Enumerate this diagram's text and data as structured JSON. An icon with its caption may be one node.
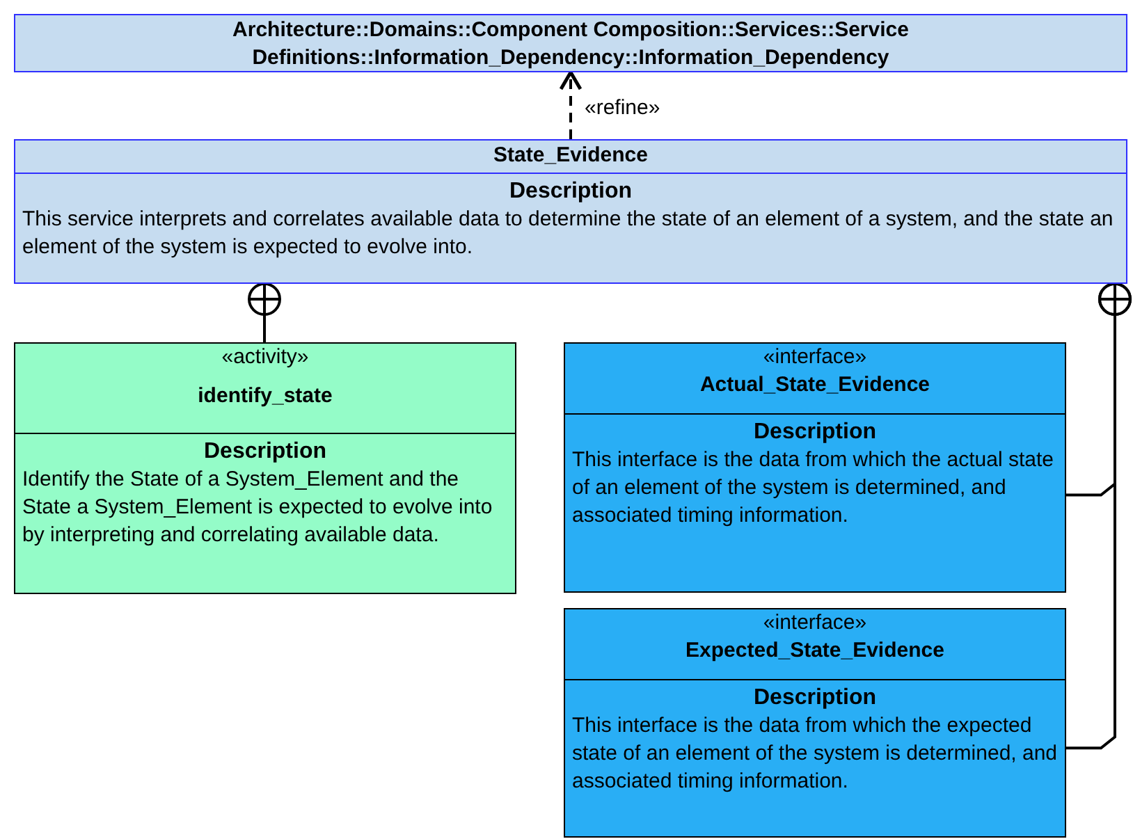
{
  "diagram": {
    "nodes": [
      {
        "text": [
          "Architecture::Domains::Component Composition::Services::Service Definitions::Information_Dependency::Information_Dependency"
        ]
      },
      {
        "text": [
          "State_Evidence",
          "Description",
          "This service interprets and correlates available data to determine the state of an element of a system, and the state an element of the system is expected to evolve into."
        ]
      },
      {
        "text": [
          "«activity»",
          "identify_state",
          "Description",
          "Identify the State of a System_Element and the State a System_Element is expected to evolve into by interpreting and correlating available data."
        ]
      },
      {
        "text": [
          "«interface»",
          "Actual_State_Evidence",
          "Description",
          "This interface is the data from which the actual state of an element of the system is determined, and associated timing information."
        ]
      },
      {
        "text": [
          "«interface»",
          "Expected_State_Evidence",
          "Description",
          "This interface is the data from which the expected state of an element of the system is determined, and associated timing information."
        ]
      }
    ],
    "edges": [
      {
        "from": 1,
        "to": 0,
        "arrow": "to",
        "label": "«refine»",
        "style": "dashed"
      },
      {
        "from": 2,
        "to": 1,
        "arrow": "other"
      },
      {
        "from": 3,
        "to": 1,
        "arrow": "other"
      },
      {
        "from": 4,
        "to": 1,
        "arrow": "other"
      }
    ]
  }
}
